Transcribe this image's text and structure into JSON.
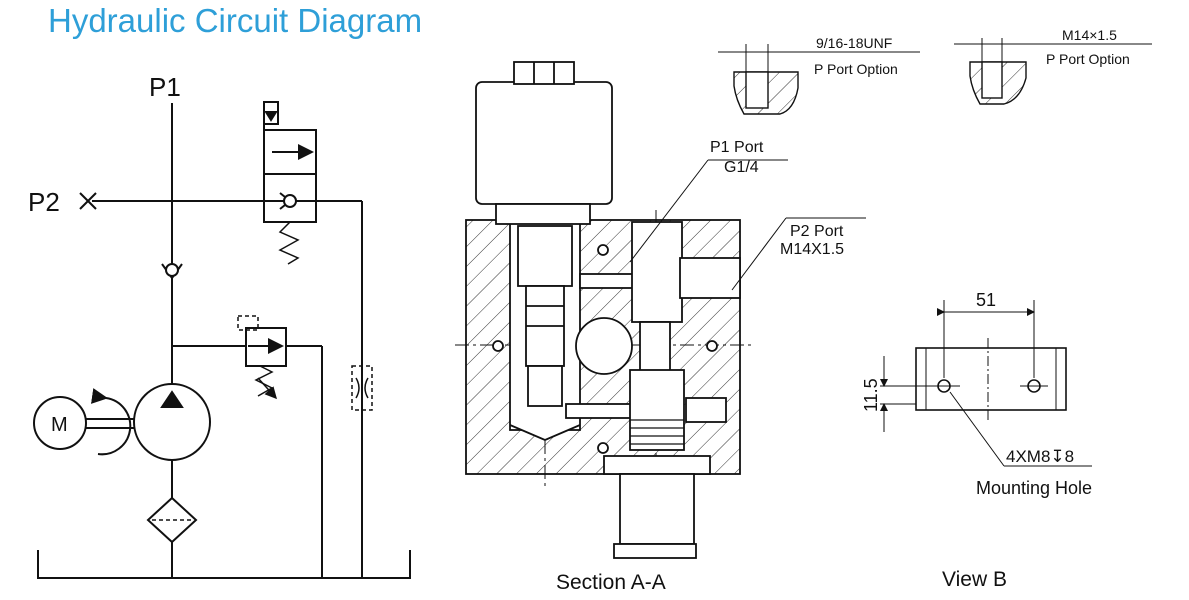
{
  "title": "Hydraulic Circuit Diagram",
  "colors": {
    "title": "#2e9fd8",
    "line": "#111111"
  },
  "circuit": {
    "p1_label": "P1",
    "p2_label": "P2",
    "motor_label": "M"
  },
  "section": {
    "caption": "Section A-A",
    "p1_port_line1": "P1 Port",
    "p1_port_line2": "G1/4",
    "p2_port_line1": "P2 Port",
    "p2_port_line2": "M14X1.5",
    "option1_thread": "9/16-18UNF",
    "option1_label": "P Port Option",
    "option2_thread": "M14×1.5",
    "option2_label": "P Port Option"
  },
  "view_b": {
    "caption": "View B",
    "dim_width": "51",
    "dim_height": "11.5",
    "hole_spec": "4XM8↧8",
    "hole_label": "Mounting Hole"
  }
}
